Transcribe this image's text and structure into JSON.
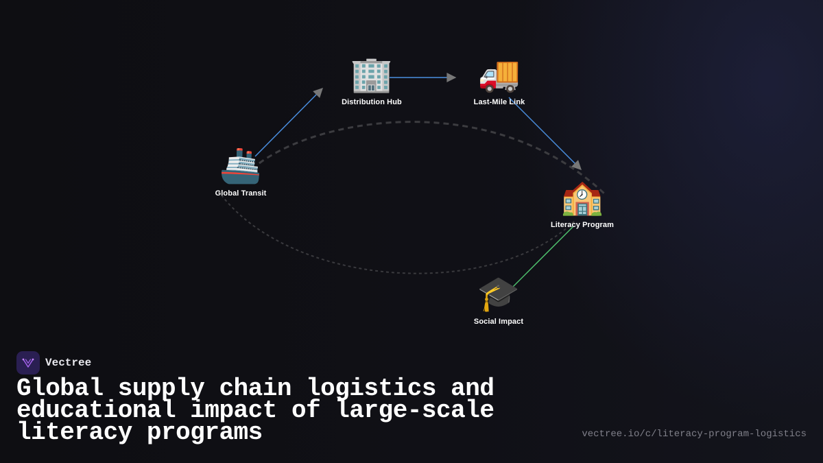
{
  "diagram": {
    "nodes": [
      {
        "id": "transit",
        "label": "Global Transit",
        "icon": "ship-icon",
        "emoji": "🚢"
      },
      {
        "id": "hub",
        "label": "Distribution Hub",
        "icon": "office-building-icon",
        "emoji": "🏢"
      },
      {
        "id": "lastmile",
        "label": "Last-Mile Link",
        "icon": "delivery-truck-icon",
        "emoji": "🚚"
      },
      {
        "id": "literacy",
        "label": "Literacy Program",
        "icon": "school-icon",
        "emoji": "🏫"
      },
      {
        "id": "impact",
        "label": "Social Impact",
        "icon": "graduation-cap-icon",
        "emoji": "🎓"
      }
    ],
    "edges": [
      {
        "from": "transit",
        "to": "hub",
        "color": "#4a8fe0",
        "arrow": true
      },
      {
        "from": "hub",
        "to": "lastmile",
        "color": "#4a8fe0",
        "arrow": true
      },
      {
        "from": "lastmile",
        "to": "literacy",
        "color": "#4a8fe0",
        "arrow": true
      },
      {
        "from": "literacy",
        "to": "impact",
        "color": "#4fc26e",
        "arrow": false
      }
    ],
    "colors": {
      "flow_line": "#4a8fe0",
      "impact_line": "#4fc26e",
      "arrowhead": "#777777",
      "cycle_dash": "#3c3c40"
    }
  },
  "brand": {
    "name": "Vectree",
    "logo_icon": "vectree-logo-icon",
    "logo_bg": "#2a1f52",
    "logo_accent": "#a060e8"
  },
  "title": "Global supply chain logistics and educational impact of large-scale literacy programs",
  "url": "vectree.io/c/literacy-program-logistics"
}
